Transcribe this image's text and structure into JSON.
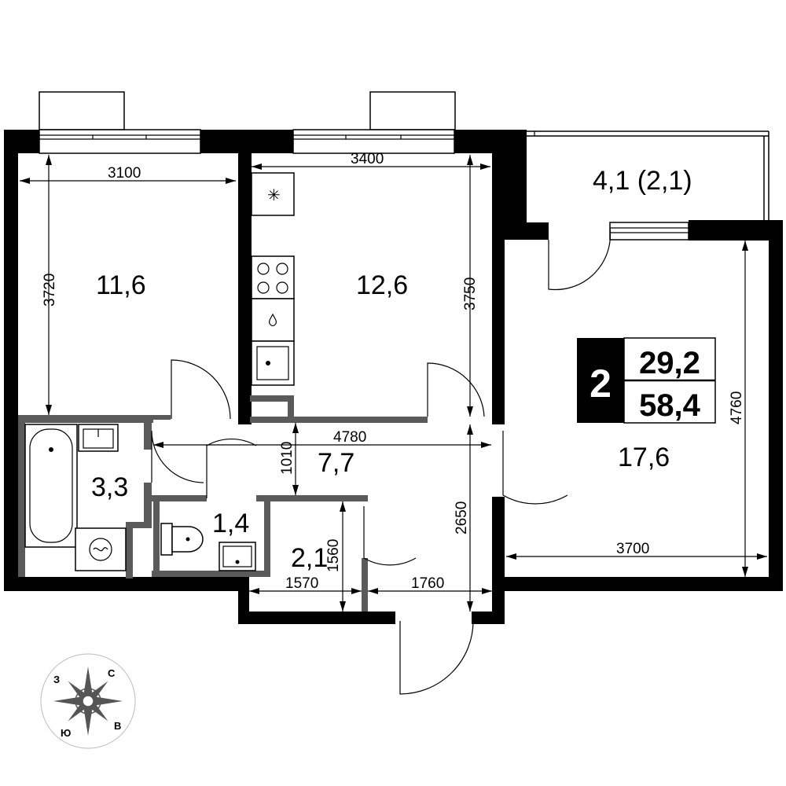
{
  "apartment": {
    "rooms": "2",
    "living_area": "29,2",
    "total_area": "58,4"
  },
  "room_areas": {
    "bedroom_left": "11,6",
    "kitchen": "12,6",
    "balcony": "4,1 (2,1)",
    "living_room": "17,6",
    "hallway": "7,7",
    "bathroom": "3,3",
    "toilet": "1,4",
    "closet": "2,1"
  },
  "dimensions": {
    "bedroom_width": "3100",
    "bedroom_depth": "3720",
    "kitchen_width": "3400",
    "kitchen_depth": "3750",
    "hall_length": "4780",
    "hall_width": "1010",
    "living_depth": "4760",
    "living_width": "3700",
    "entrance_depth": "2650",
    "entrance_width": "1760",
    "closet_width": "1570",
    "closet_depth": "1560"
  },
  "compass": {
    "north": "С",
    "east": "В",
    "south": "Ю",
    "west": "З"
  }
}
